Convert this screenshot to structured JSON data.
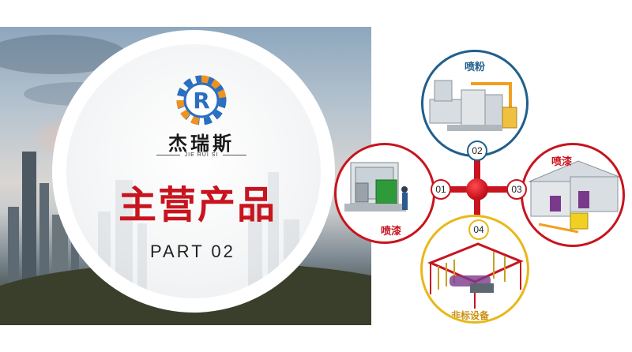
{
  "brand": {
    "name_cn": "杰瑞斯",
    "name_pinyin": "JIE RUI SI",
    "logo_letter": "R",
    "colors": {
      "gear_blue": "#2a6fc0",
      "gear_orange": "#f0921e"
    }
  },
  "section": {
    "title": "主营产品",
    "part_label": "PART 02",
    "title_color": "#c8141e"
  },
  "products": {
    "items": [
      {
        "number": "01",
        "label": "喷漆",
        "color": "#c8141e"
      },
      {
        "number": "02",
        "label": "喷粉",
        "color": "#1f5f8e"
      },
      {
        "number": "03",
        "label": "喷漆",
        "color": "#c8141e"
      },
      {
        "number": "04",
        "label": "非标设备",
        "color": "#e8b818"
      }
    ]
  }
}
